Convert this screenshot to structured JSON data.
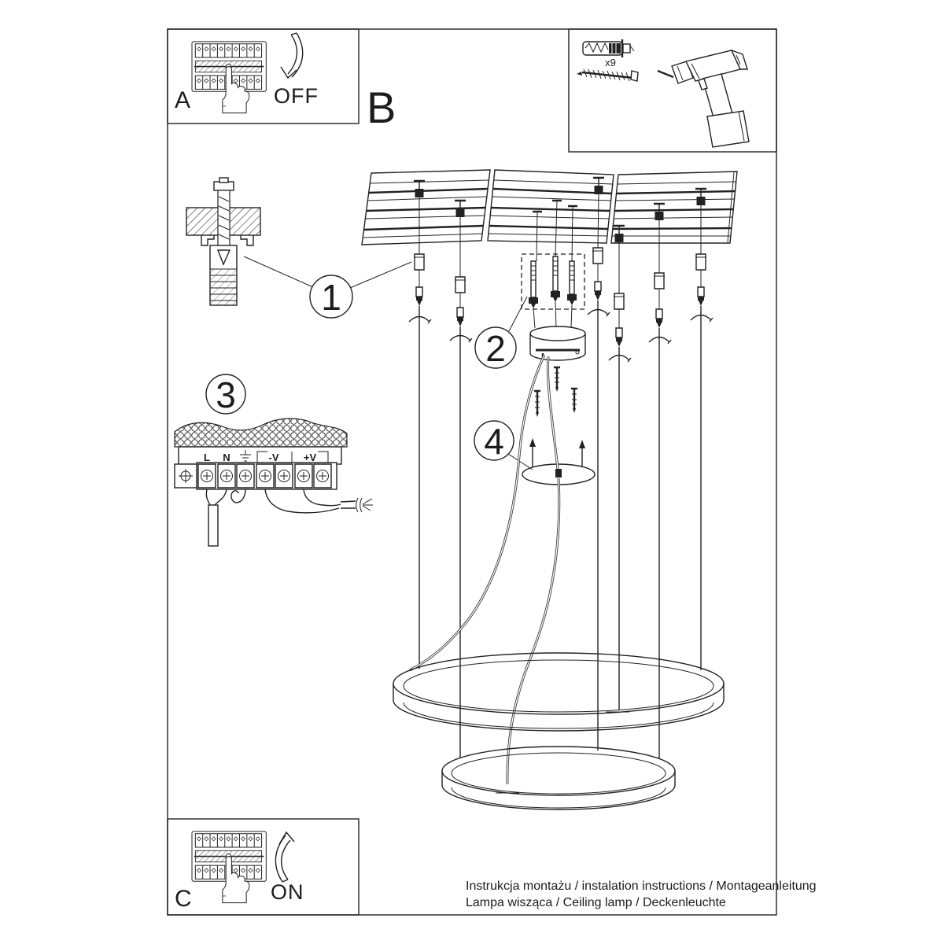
{
  "panels": {
    "a": {
      "label": "A",
      "action": "OFF"
    },
    "b": {
      "label": "B"
    },
    "c": {
      "label": "C",
      "action": "ON"
    }
  },
  "tools": {
    "anchor_quantity": "x9"
  },
  "callouts": {
    "anchor_plug": "1",
    "canopy_screws": "2",
    "power_supply_wiring": "3",
    "ceiling_cover": "4"
  },
  "wiring_terminals": {
    "live": "L",
    "neutral": "N",
    "earth_icon": "earth-ground-symbol",
    "negative": "-V",
    "positive": "+V"
  },
  "footer": {
    "line1": "Instrukcja montażu / instalation instructions / Montageanleitung",
    "line2": "Lampa wisząca / Ceiling lamp / Deckenleuchte"
  },
  "colors": {
    "line": "#222222",
    "background": "#ffffff"
  }
}
